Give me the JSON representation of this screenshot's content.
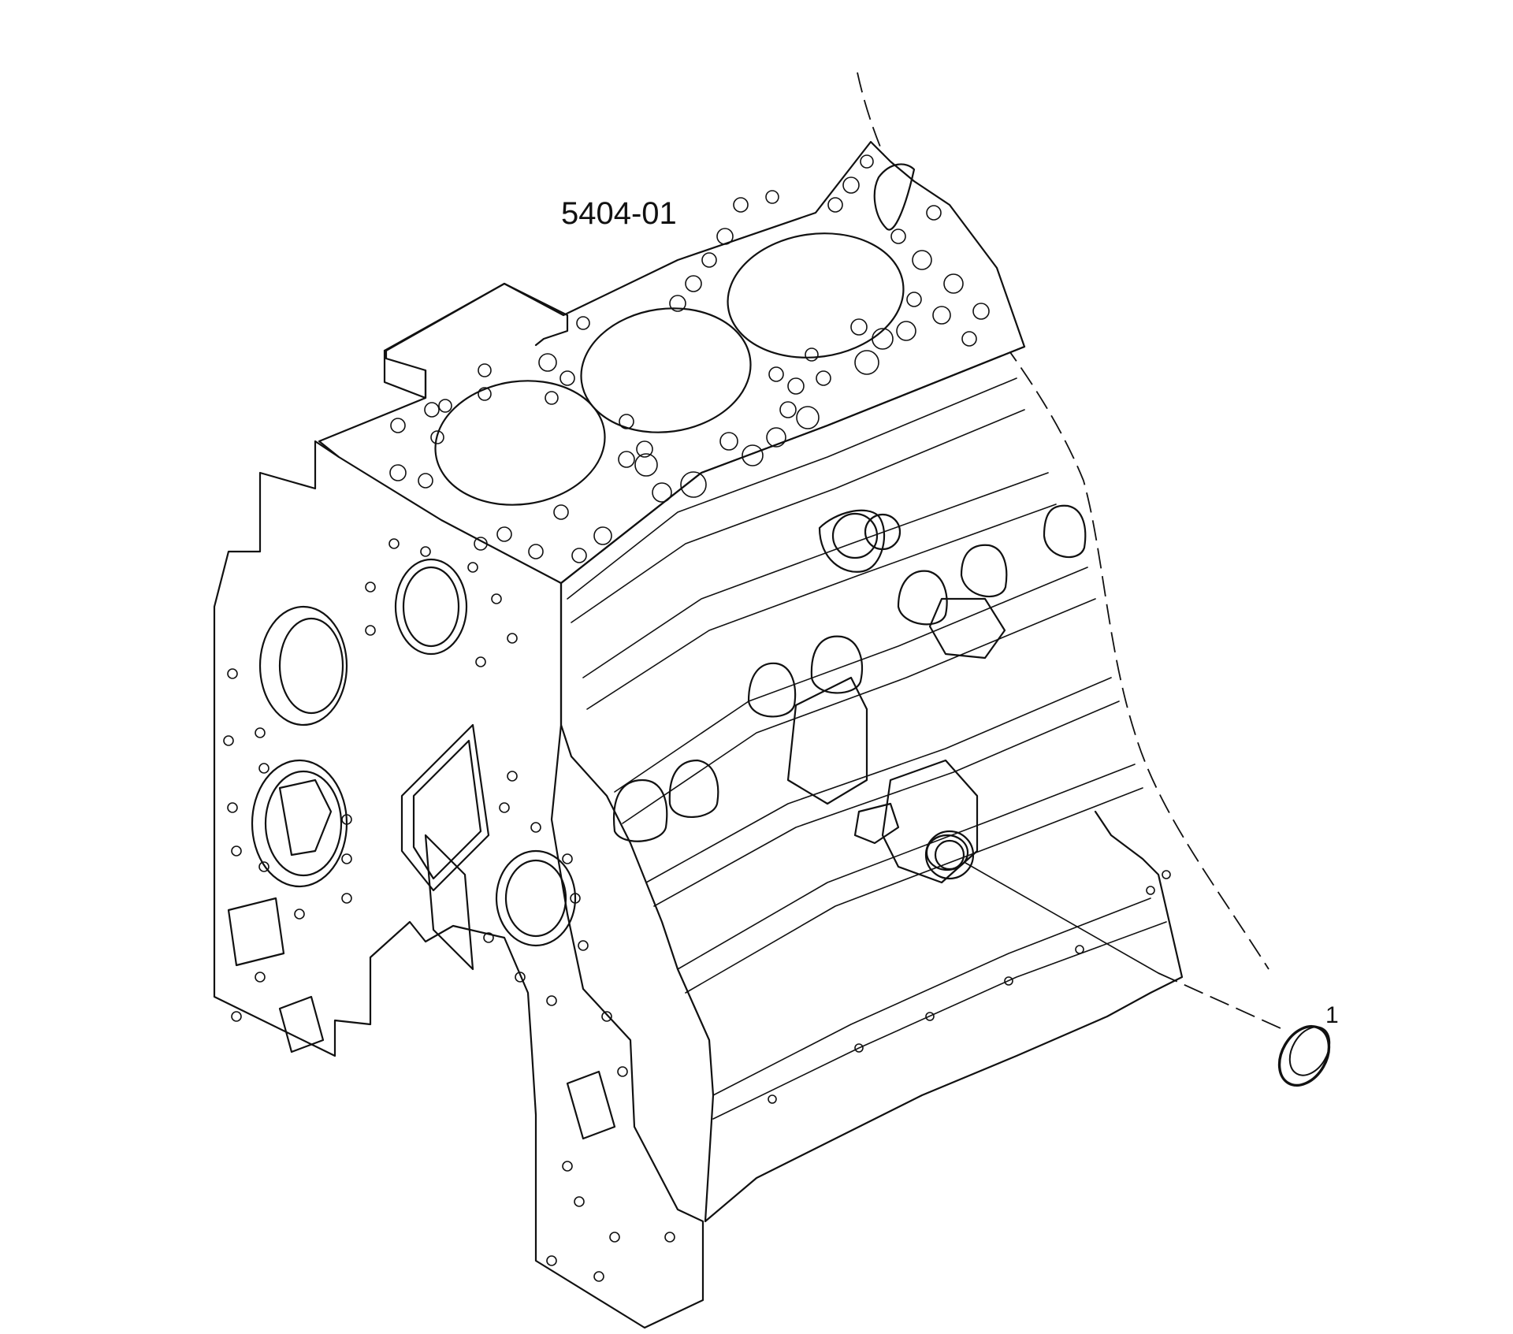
{
  "diagram": {
    "part_number": "5404-01",
    "callouts": [
      {
        "number": "1",
        "part": "core-plug"
      }
    ]
  }
}
